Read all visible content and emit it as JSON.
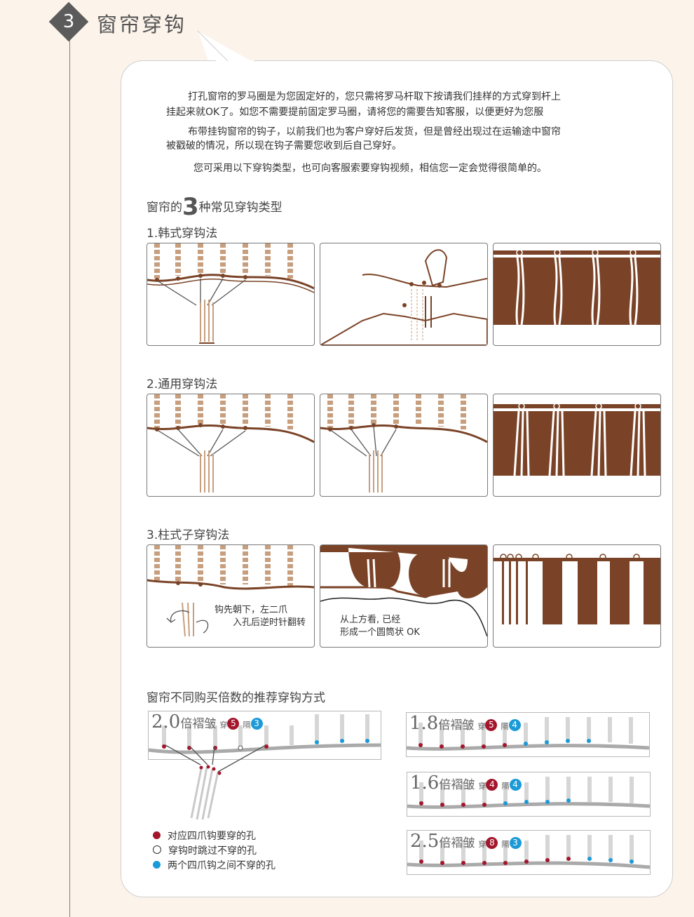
{
  "header": {
    "number": "3",
    "title": "窗帘穿钩"
  },
  "intro": {
    "p1_line1": "打孔窗帘的罗马圈是为您固定好的，您只需将罗马杆取下按请我们挂样的方式穿到杆上",
    "p1_line2": "挂起来就OK了。如您不需要提前固定罗马圈，请将您的需要告知客服，以便更好为您服",
    "p2_line1": "布带挂钩窗帘的钩子，以前我们也为客户穿好后发货，但是曾经出现过在运输途中窗帘",
    "p2_line2": "被戳破的情况，所以现在钩子需要您收到后自己穿好。",
    "p3": "您可采用以下穿钩类型，也可向客服索要穿钩视频，相信您一定会觉得很简单的。"
  },
  "types_heading": {
    "prefix": "窗帘的",
    "number": "3",
    "suffix": "种常见穿钩类型"
  },
  "methods": [
    {
      "title": "1.韩式穿钩法"
    },
    {
      "title": "2.通用穿钩法"
    },
    {
      "title": "3.柱式子穿钩法",
      "note1_line1": "钩先朝下，左二爪",
      "note1_line2": "入孔后逆时针翻转",
      "note2_line1": "从上方看, 已经",
      "note2_line2": "形成一个圆筒状  OK"
    }
  ],
  "recommend": {
    "heading": "窗帘不同购买倍数的推荐穿钩方式",
    "through_label": "穿",
    "gap_label": "隔",
    "ratios": [
      {
        "num": "2.0",
        "text": "倍褶皱",
        "through": "5",
        "gap": "3"
      },
      {
        "num": "1.8",
        "text": "倍褶皱",
        "through": "5",
        "gap": "4"
      },
      {
        "num": "1.6",
        "text": "倍褶皱",
        "through": "4",
        "gap": "4"
      },
      {
        "num": "2.5",
        "text": "倍褶皱",
        "through": "8",
        "gap": "3"
      }
    ],
    "legend": [
      {
        "text": "对应四爪钩要穿的孔"
      },
      {
        "text": "穿钩时跳过不穿的孔"
      },
      {
        "text": "两个四爪钩之间不穿的孔"
      }
    ]
  },
  "colors": {
    "brown": "#7a4327",
    "tan": "#c79f7e",
    "red_dot": "#a3162c",
    "blue_dot": "#1b9ad8"
  }
}
